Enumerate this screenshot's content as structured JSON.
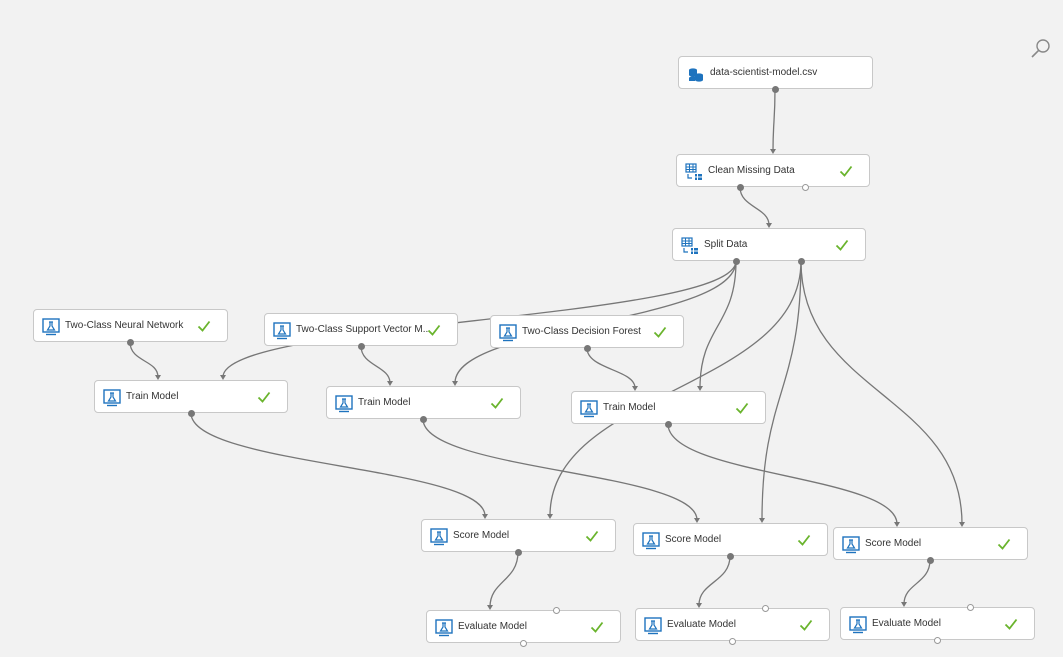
{
  "canvas": {
    "nodes": {
      "dataset": {
        "label": "data-scientist-model.csv",
        "icon": "dataset-icon",
        "status": ""
      },
      "clean": {
        "label": "Clean Missing Data",
        "icon": "grid-transform-icon",
        "status": "success"
      },
      "split": {
        "label": "Split Data",
        "icon": "grid-transform-icon",
        "status": "success"
      },
      "nn": {
        "label": "Two-Class Neural Network",
        "icon": "model-icon",
        "status": "success"
      },
      "svm": {
        "label": "Two-Class Support Vector M...",
        "icon": "model-icon",
        "status": "success"
      },
      "forest": {
        "label": "Two-Class Decision Forest",
        "icon": "model-icon",
        "status": "success"
      },
      "train1": {
        "label": "Train Model",
        "icon": "model-icon",
        "status": "success"
      },
      "train2": {
        "label": "Train Model",
        "icon": "model-icon",
        "status": "success"
      },
      "train3": {
        "label": "Train Model",
        "icon": "model-icon",
        "status": "success"
      },
      "score1": {
        "label": "Score Model",
        "icon": "model-icon",
        "status": "success"
      },
      "score2": {
        "label": "Score Model",
        "icon": "model-icon",
        "status": "success"
      },
      "score3": {
        "label": "Score Model",
        "icon": "model-icon",
        "status": "success"
      },
      "eval1": {
        "label": "Evaluate Model",
        "icon": "model-icon",
        "status": "success"
      },
      "eval2": {
        "label": "Evaluate Model",
        "icon": "model-icon",
        "status": "success"
      },
      "eval3": {
        "label": "Evaluate Model",
        "icon": "model-icon",
        "status": "success"
      }
    },
    "edges": [
      [
        "dataset",
        "clean"
      ],
      [
        "clean",
        "split"
      ],
      [
        "nn",
        "train1"
      ],
      [
        "svm",
        "train2"
      ],
      [
        "forest",
        "train3"
      ],
      [
        "split",
        "train1"
      ],
      [
        "split",
        "train2"
      ],
      [
        "split",
        "train3"
      ],
      [
        "train1",
        "score1"
      ],
      [
        "train2",
        "score2"
      ],
      [
        "train3",
        "score3"
      ],
      [
        "split",
        "score1"
      ],
      [
        "split",
        "score2"
      ],
      [
        "split",
        "score3"
      ],
      [
        "score1",
        "eval1"
      ],
      [
        "score2",
        "eval2"
      ],
      [
        "score3",
        "eval3"
      ]
    ]
  },
  "colors": {
    "icon_blue": "#1e73be",
    "success_green": "#6ab42d",
    "edge": "#777777"
  },
  "toolbar": {
    "search_icon": "search-icon"
  }
}
